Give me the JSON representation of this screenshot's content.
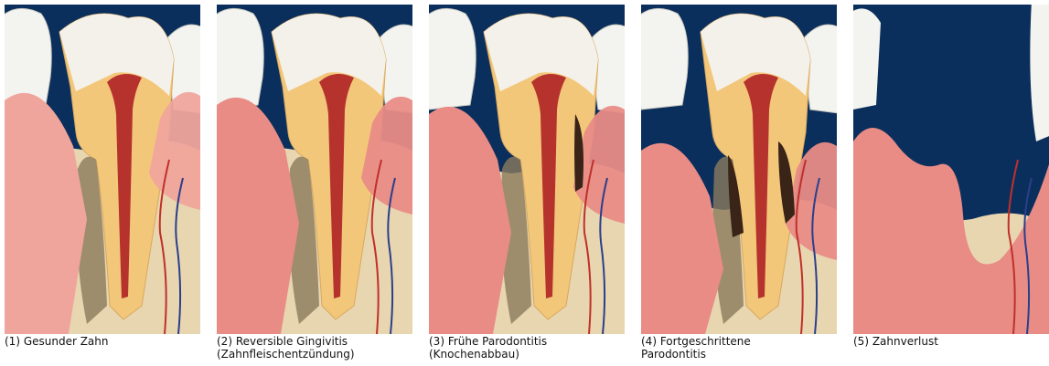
{
  "panels": [
    {
      "caption": [
        "(1) Gesunder Zahn"
      ],
      "stage": 1
    },
    {
      "caption": [
        "(2) Reversible Gingivitis",
        "(Zahnfleischentzündung)"
      ],
      "stage": 2
    },
    {
      "caption": [
        "(3) Frühe Parodontitis",
        "(Knochenabbau)"
      ],
      "stage": 3
    },
    {
      "caption": [
        "(4) Fortgeschrittene",
        "Parodontitis"
      ],
      "stage": 4
    },
    {
      "caption": [
        "(5) Zahnverlust"
      ],
      "stage": 5
    }
  ],
  "colors": {
    "background": "#0b2f5c",
    "gum": "#f0a59c",
    "gum_inflamed": "#e98c86",
    "bone": "#e8d6b0",
    "dentin": "#f2c77a",
    "enamel": "#f3f3f0",
    "pulp": "#b6322d",
    "root_dark": "#8a7a5c",
    "tartar": "#3a2418"
  }
}
